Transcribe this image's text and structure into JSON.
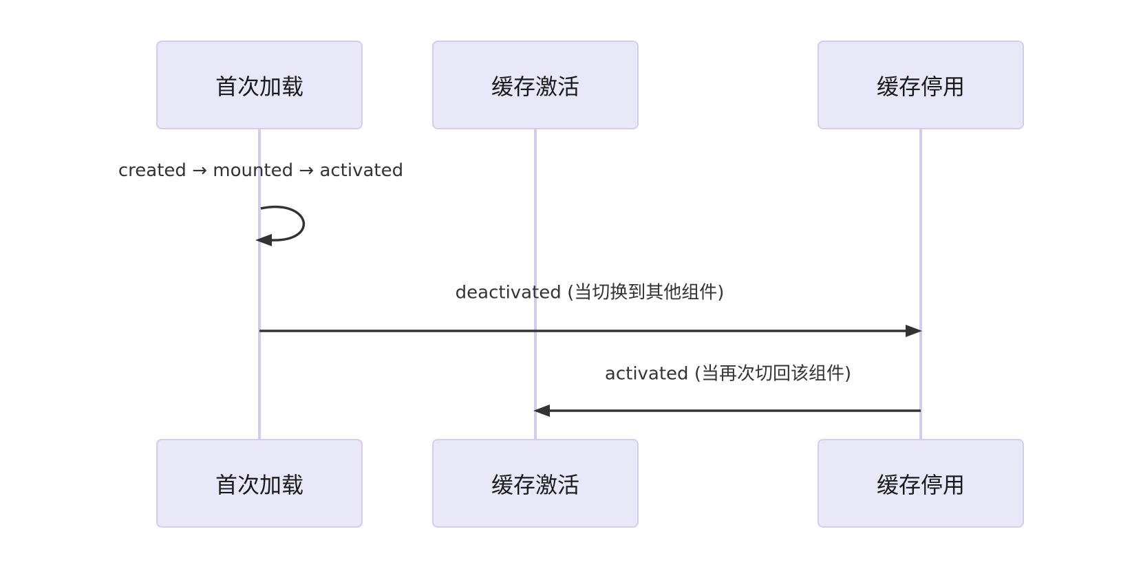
{
  "diagram": {
    "type": "sequence-diagram",
    "background": "#ffffff",
    "colors": {
      "actor_fill": "#E9E8F9",
      "actor_border": "#D5CCEC",
      "lifeline": "#D5CBF0",
      "arrow": "#333333",
      "message_text": "#333333",
      "actor_text": "#1a1a1a"
    },
    "participants": [
      {
        "id": "first-load",
        "label": "首次加载"
      },
      {
        "id": "cache-activated",
        "label": "缓存激活"
      },
      {
        "id": "cache-deactivated",
        "label": "缓存停用"
      }
    ],
    "messages": [
      {
        "from": "首次加载",
        "to": "首次加载",
        "kind": "self-loop",
        "label": "created → mounted → activated"
      },
      {
        "from": "首次加载",
        "to": "缓存停用",
        "kind": "solid-arrow",
        "label": "deactivated (当切换到其他组件)"
      },
      {
        "from": "缓存停用",
        "to": "缓存激活",
        "kind": "solid-arrow",
        "label": "activated (当再次切回该组件)"
      }
    ]
  }
}
